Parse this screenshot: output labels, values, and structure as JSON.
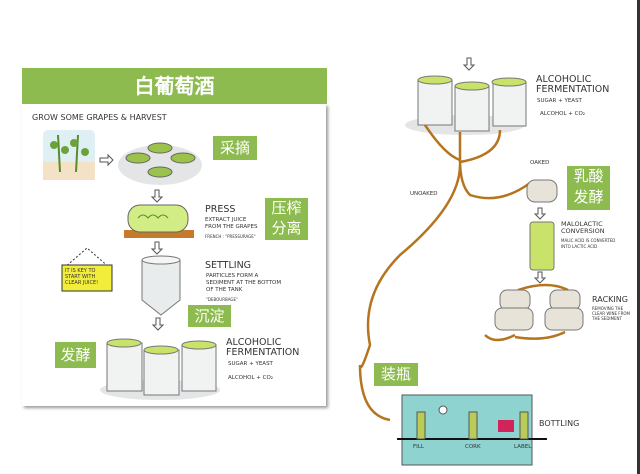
{
  "title": "白葡萄酒",
  "left": {
    "grow_harvest": "GROW SOME GRAPES  &  HARVEST",
    "tag_harvest": "采摘",
    "press": {
      "title": "PRESS",
      "desc": "EXTRACT JUICE FROM THE GRAPES",
      "note": "FRENCH : \"PRESSURAGE\""
    },
    "tag_press": [
      "压榨",
      "分离"
    ],
    "sign": "IT IS KEY TO START WITH CLEAR JUICE!",
    "settling": {
      "title": "SETTLING",
      "desc": "PARTICLES FORM A SEDIMENT AT THE BOTTOM OF THE TANK",
      "note": "\"DEBOURBAGE\""
    },
    "tag_settling": "沉淀",
    "tag_ferment": "发酵",
    "fermentation": {
      "title": [
        "ALCOHOLIC",
        "FERMENTATION"
      ],
      "eq1": "SUGAR + YEAST",
      "eq2": "ALCOHOL + CO₂"
    }
  },
  "right": {
    "fermentation": {
      "title": [
        "ALCOHOLIC",
        "FERMENTATION"
      ],
      "eq1": "SUGAR + YEAST",
      "eq2": "ALCOHOL + CO₂"
    },
    "oaked": "OAKED",
    "unoaked": "UNOAKED",
    "tag_malolactic": [
      "乳酸",
      "发酵"
    ],
    "malolactic": {
      "title": [
        "MALOLACTIC",
        "CONVERSION"
      ],
      "desc": "MALIC ACID IS CONVERTED INTO LACTIC ACID"
    },
    "racking": {
      "title": "RACKING",
      "desc": "REMOVING THE CLEAR WINE FROM THE SEDIMENT"
    },
    "tag_bottling": "装瓶",
    "bottling": {
      "title": "BOTTLING",
      "stations": [
        "FILL",
        "CORK",
        "LABEL"
      ]
    }
  },
  "colors": {
    "tag_green": "#8dbb4f",
    "hose": "#b5741e",
    "machine": "#8fd3d0",
    "juice": "#c9e36a"
  }
}
